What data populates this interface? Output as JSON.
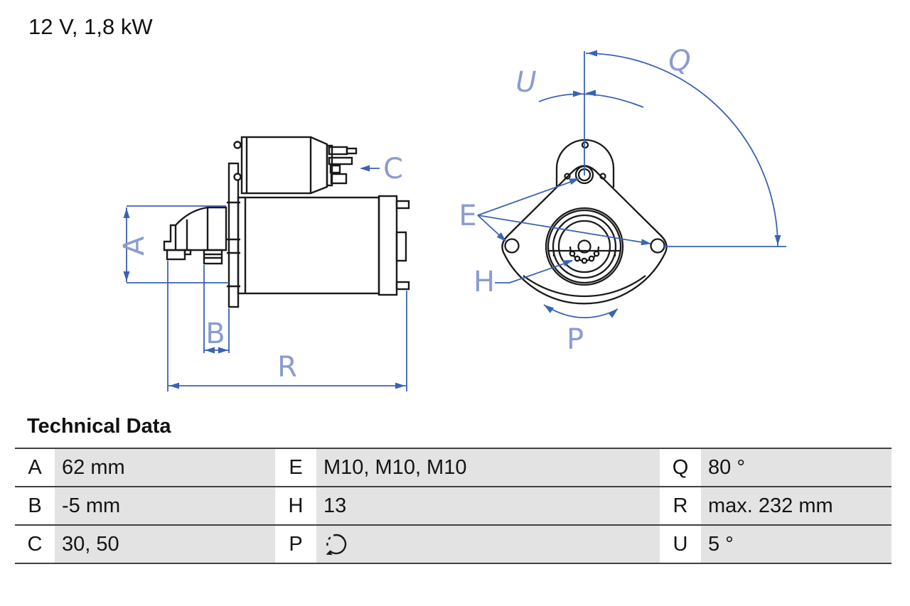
{
  "title": "12 V, 1,8 kW",
  "diagram": {
    "side_view_labels": {
      "A": "A",
      "B": "B",
      "C": "C",
      "R": "R"
    },
    "front_view_labels": {
      "E": "E",
      "H": "H",
      "P": "P",
      "Q": "Q",
      "U": "U"
    },
    "colors": {
      "outline": "#1a1a1a",
      "dimension_line": "#3a62b5",
      "dimension_label": "#8a9cd0"
    }
  },
  "technical_data": {
    "heading": "Technical Data",
    "rows": [
      {
        "c0": {
          "key": "A",
          "value": "62 mm"
        },
        "c1": {
          "key": "E",
          "value": "M10, M10, M10"
        },
        "c2": {
          "key": "Q",
          "value": "80 °"
        }
      },
      {
        "c0": {
          "key": "B",
          "value": "-5 mm"
        },
        "c1": {
          "key": "H",
          "value": "13"
        },
        "c2": {
          "key": "R",
          "value": "max. 232 mm"
        }
      },
      {
        "c0": {
          "key": "C",
          "value": "30, 50"
        },
        "c1": {
          "key": "P",
          "value": "",
          "icon": "ccw-rotation-icon"
        },
        "c2": {
          "key": "U",
          "value": "5 °"
        }
      }
    ]
  }
}
